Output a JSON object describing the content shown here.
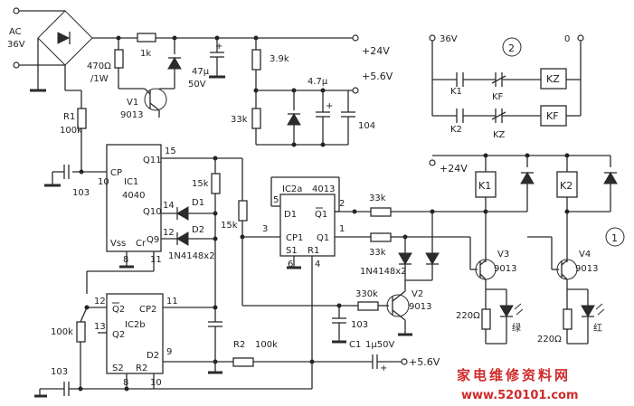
{
  "labels": {
    "ac": "AC",
    "ac_volts": "36V",
    "r470": "470Ω",
    "r470_power": "/1W",
    "r1k": "1k",
    "c47": "47μ",
    "c47_v": "50V",
    "r39k": "3.9k",
    "v24_top": "+24V",
    "v56_top": "+5.6V",
    "c47u": "4.7μ",
    "r33k_a": "33k",
    "c104": "104",
    "v1": "V1",
    "v1_type": "9013",
    "r1": "R1",
    "r1_val": "100k",
    "cp": "CP",
    "ic1": "IC1",
    "ic1_type": "4040",
    "q11": "Q11",
    "q10": "Q10",
    "q9": "Q9",
    "vss": "Vss",
    "cr": "Cr",
    "c103_a": "103",
    "r15k_a": "15k",
    "r15k_b": "15k",
    "d1": "D1",
    "d2": "D2",
    "diode_pair_a": "1N4148x2",
    "ic2a": "IC2a",
    "ic2a_type": "4013",
    "d1_pin": "D1",
    "q1bar": "Q1",
    "cp1": "CP1",
    "q1": "Q1",
    "s1": "S1",
    "r1_pin": "R1",
    "r33k_b": "33k",
    "r33k_c": "33k",
    "diode_pair_b": "1N4148x2",
    "r330k": "330k",
    "v2": "V2",
    "v2_type": "9013",
    "c103_b": "103",
    "ic2b": "IC2b",
    "q2bar": "Q2",
    "q2": "Q2",
    "cp2": "CP2",
    "d2_pin": "D2",
    "s2": "S2",
    "r2_pin": "R2",
    "r100k_a": "100k",
    "c103_c": "103",
    "r2": "R2",
    "r2_val": "100k",
    "c1": "C1",
    "c1_val": "1μ50V",
    "v56_bot": "+5.6V",
    "v24_mid": "+24V",
    "k1": "K1",
    "k2": "K2",
    "v3": "V3",
    "v3_type": "9013",
    "v4": "V4",
    "v4_type": "9013",
    "r220_a": "220Ω",
    "r220_b": "220Ω",
    "led_green": "绿",
    "led_red": "红",
    "circle1": "1",
    "circle2": "2",
    "v36_right": "36V",
    "zero": "0",
    "k1_contact": "K1",
    "k2_contact": "K2",
    "kf_contact": "KF",
    "kz_contact": "KZ",
    "kz_coil": "KZ",
    "kf_coil": "KF",
    "watermark": "家电维修资料网",
    "watermark_url": "www.520101.com"
  },
  "pins": {
    "p15": "15",
    "p14": "14",
    "p12": "12",
    "p10": "10",
    "p8": "8",
    "p11": "11",
    "a5": "5",
    "a3": "3",
    "a2": "2",
    "a1": "1",
    "a6": "6",
    "a4": "4",
    "b12": "12",
    "b13": "13",
    "b11": "11",
    "b9": "9",
    "b8": "8",
    "b10": "10"
  },
  "colors": {
    "ink": "#2b2b2b",
    "watermark": "#cf2a2a"
  }
}
